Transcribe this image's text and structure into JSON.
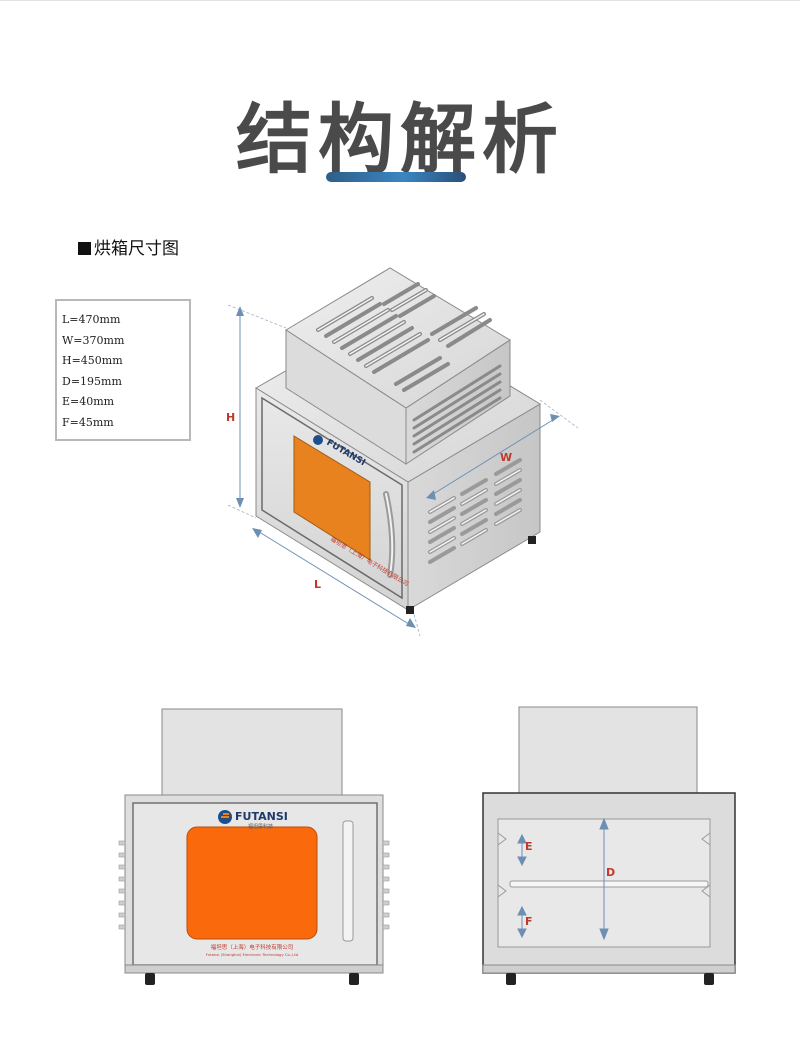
{
  "page": {
    "title": "结构解析",
    "section_heading": "烘箱尺寸图"
  },
  "dimensions": [
    {
      "label": "L=470mm"
    },
    {
      "label": "W=370mm"
    },
    {
      "label": "H=450mm"
    },
    {
      "label": "D=195mm"
    },
    {
      "label": "E=40mm"
    },
    {
      "label": "F=45mm"
    }
  ],
  "diagram_labels": {
    "height": "H",
    "width": "W",
    "length": "L",
    "depth": "D",
    "gap_top": "E",
    "gap_bottom": "F"
  },
  "brand": {
    "name": "FUTANSI",
    "sub_cn": "福坦思科技",
    "company_cn": "福坦思（上海）电子科技有限公司",
    "company_en": "Futansi (Shanghai) Electronic Technology Co.,Ltd"
  },
  "colors": {
    "window_orange_iso": "#e8821f",
    "window_orange_front": "#fa6a0d",
    "title_bar_blue": "#2f6fa8",
    "label_red": "#c0392b",
    "dim_blue": "#5b7fa8",
    "steel": "#dcdcdc"
  },
  "icons": [
    "futansi-logo-icon"
  ]
}
